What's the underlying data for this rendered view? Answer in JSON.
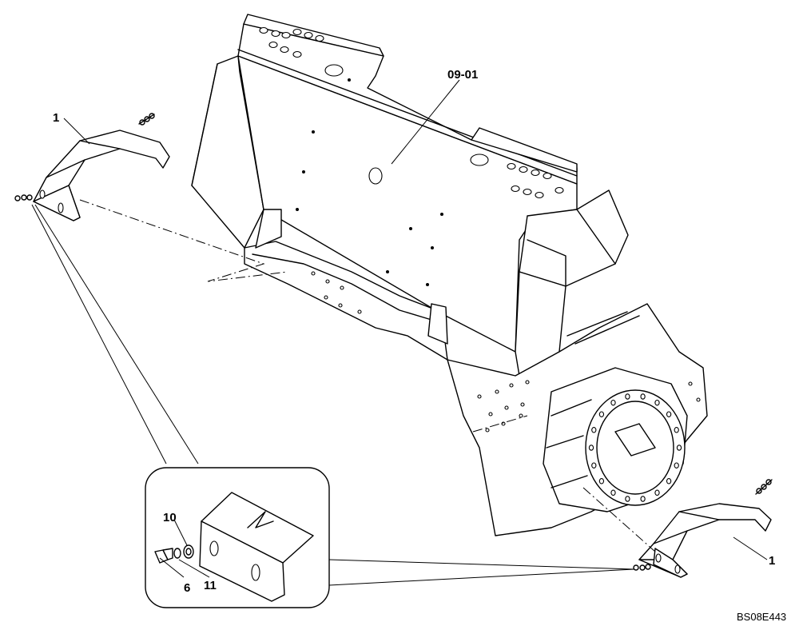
{
  "labels": {
    "main_part": "09-01",
    "fender_left": "1",
    "fender_right": "1",
    "washer": "10",
    "bolt": "6",
    "lock_washer": "11"
  },
  "drawing_code": "BS08E443"
}
